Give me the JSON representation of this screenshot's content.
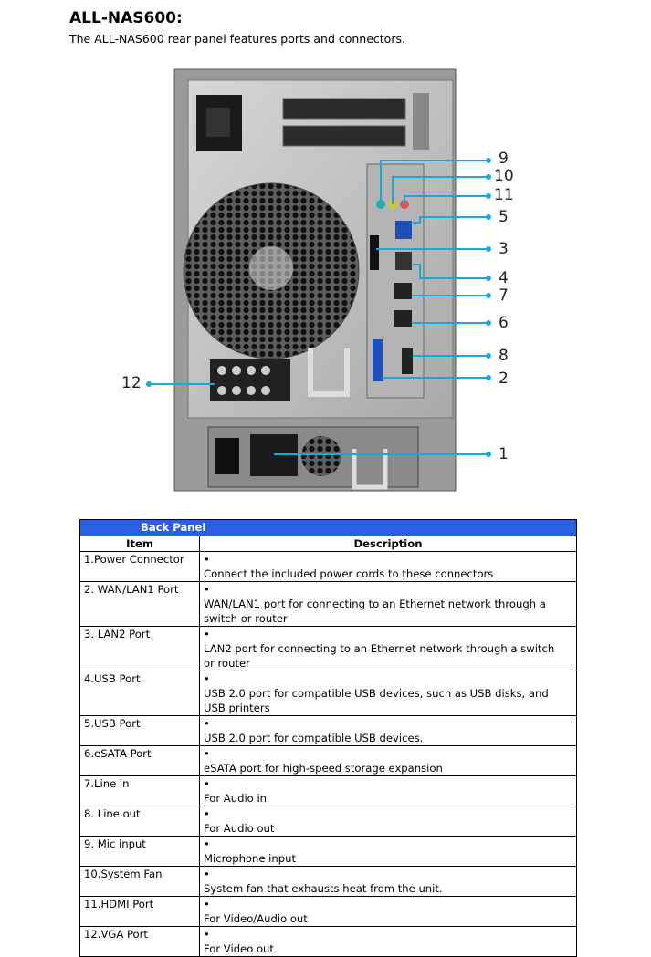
{
  "header": {
    "title": "ALL-NAS600:",
    "subtitle": "The ALL-NAS600  rear panel features ports and connectors."
  },
  "callouts": [
    "9",
    "10",
    "11",
    "5",
    "3",
    "4",
    "7",
    "6",
    "8",
    "2",
    "1",
    "12"
  ],
  "table": {
    "caption": "Back Panel",
    "columns": [
      "Item",
      "Description"
    ],
    "bullet": "•",
    "rows": [
      {
        "item": "1.Power Connector",
        "desc": "Connect the included power cords to these connectors"
      },
      {
        "item": "2. WAN/LAN1 Port",
        "desc": "WAN/LAN1 port for connecting to an Ethernet network through a switch or router"
      },
      {
        "item": "3. LAN2 Port",
        "desc": "LAN2 port for connecting to an Ethernet network through a switch or router"
      },
      {
        "item": "4.USB Port",
        "desc": "USB 2.0 port for compatible USB devices, such as USB disks, and USB printers"
      },
      {
        "item": "5.USB Port",
        "desc": "USB 2.0 port for compatible USB devices."
      },
      {
        "item": "6.eSATA Port",
        "desc": "eSATA port for high-speed storage expansion"
      },
      {
        "item": "7.Line in",
        "desc": "For Audio in"
      },
      {
        "item": "8. Line out",
        "desc": "For Audio out"
      },
      {
        "item": "9. Mic input",
        "desc": "Microphone input"
      },
      {
        "item": "10.System Fan",
        "desc": "System fan that exhausts heat from the unit."
      },
      {
        "item": "11.HDMI Port",
        "desc": "For Video/Audio out"
      },
      {
        "item": "12.VGA Port",
        "desc": "For Video out"
      }
    ]
  },
  "colors": {
    "accent": "#2a5fe0",
    "callout_line": "#1aa8d8"
  }
}
